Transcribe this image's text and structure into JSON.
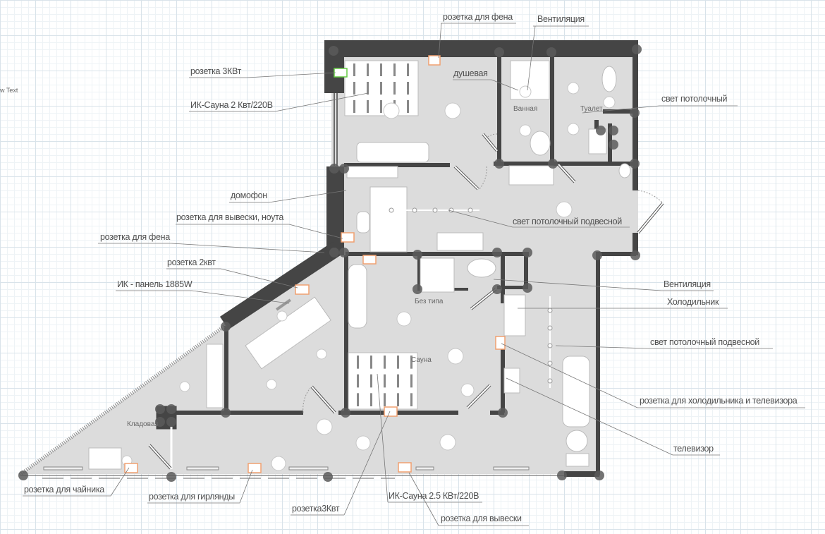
{
  "stray_text": "w Text",
  "rooms": {
    "bath": "Ванная",
    "toilet": "Туалет",
    "untyped": "Без типа",
    "sauna": "Сауна",
    "storage": "Кладовая"
  },
  "labels": [
    {
      "text": "розетка для фена"
    },
    {
      "text": "Вентиляция"
    },
    {
      "text": "розетка 3КВт"
    },
    {
      "text": "душевая"
    },
    {
      "text": "ИК-Сауна 2 Квт/220В"
    },
    {
      "text": "свет потолочный"
    },
    {
      "text": "домофон"
    },
    {
      "text": "розетка для вывески, ноута"
    },
    {
      "text": "свет потолочный подвесной"
    },
    {
      "text": "розетка для фена"
    },
    {
      "text": "розетка 2квт"
    },
    {
      "text": "ИК - панель 1885W"
    },
    {
      "text": "Вентиляция"
    },
    {
      "text": "Холодильник"
    },
    {
      "text": "свет потолочный подвесной"
    },
    {
      "text": "розетка для холодильника и телевизора"
    },
    {
      "text": "телевизор"
    },
    {
      "text": "розетка для чайника"
    },
    {
      "text": "розетка для гирлянды"
    },
    {
      "text": "розетка3Квт"
    },
    {
      "text": "ИК-Сауна 2.5 КВт/220В"
    },
    {
      "text": "розетка для вывески"
    }
  ],
  "colors": {
    "wall": "#454545",
    "floor": "#dcdcdc",
    "outlet": "#f0a070",
    "outlet_selected": "#66cc44"
  }
}
